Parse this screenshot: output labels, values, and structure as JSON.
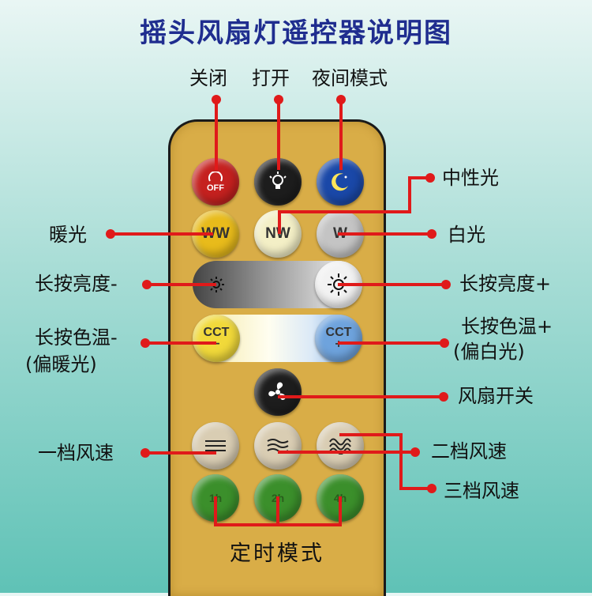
{
  "title": "摇头风扇灯遥控器说明图",
  "labels": {
    "off": "关闭",
    "on": "打开",
    "night": "夜间模式",
    "neutral": "中性光",
    "warm": "暖光",
    "white": "白光",
    "bright_down": "长按亮度-",
    "bright_up": "长按亮度+",
    "cct_down": "长按色温-",
    "cct_down_note": "(偏暖光)",
    "cct_up": "长按色温+",
    "cct_up_note": "(偏白光)",
    "fan": "风扇开关",
    "speed1": "一档风速",
    "speed2": "二档风速",
    "speed3": "三档风速",
    "timer": "定时模式"
  },
  "buttons": {
    "off": "OFF",
    "warm": "WW",
    "neutral": "NW",
    "white": "W",
    "cct_down": "CCT",
    "cct_up": "CCT",
    "timer_1h": "1h",
    "timer_2h": "2h",
    "timer_4h": "4h"
  },
  "colors": {
    "title": "#1f2d8f",
    "remote_body": "#d9ad47",
    "pointer": "#e01a1a"
  }
}
